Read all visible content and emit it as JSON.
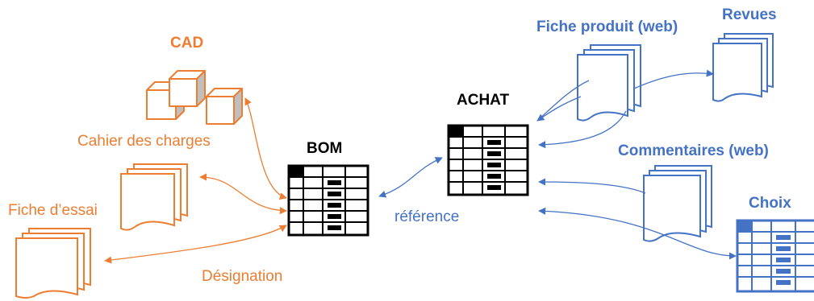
{
  "labels": {
    "cad": "CAD",
    "cahier": "Cahier des charges",
    "fiche_essai": "Fiche d’essai",
    "designation": "Désignation",
    "bom": "BOM",
    "achat": "ACHAT",
    "reference": "référence",
    "fiche_produit": "Fiche produit (web)",
    "revues": "Revues",
    "commentaires": "Commentaires (web)",
    "choix": "Choix"
  },
  "colors": {
    "orange": "#ED7D31",
    "blue": "#4472C4",
    "black": "#000000",
    "gray_face": "#BFBFBF"
  },
  "icons": {
    "cad": "cubes-icon",
    "document_stack": "document-stack-icon",
    "table": "table-icon"
  }
}
